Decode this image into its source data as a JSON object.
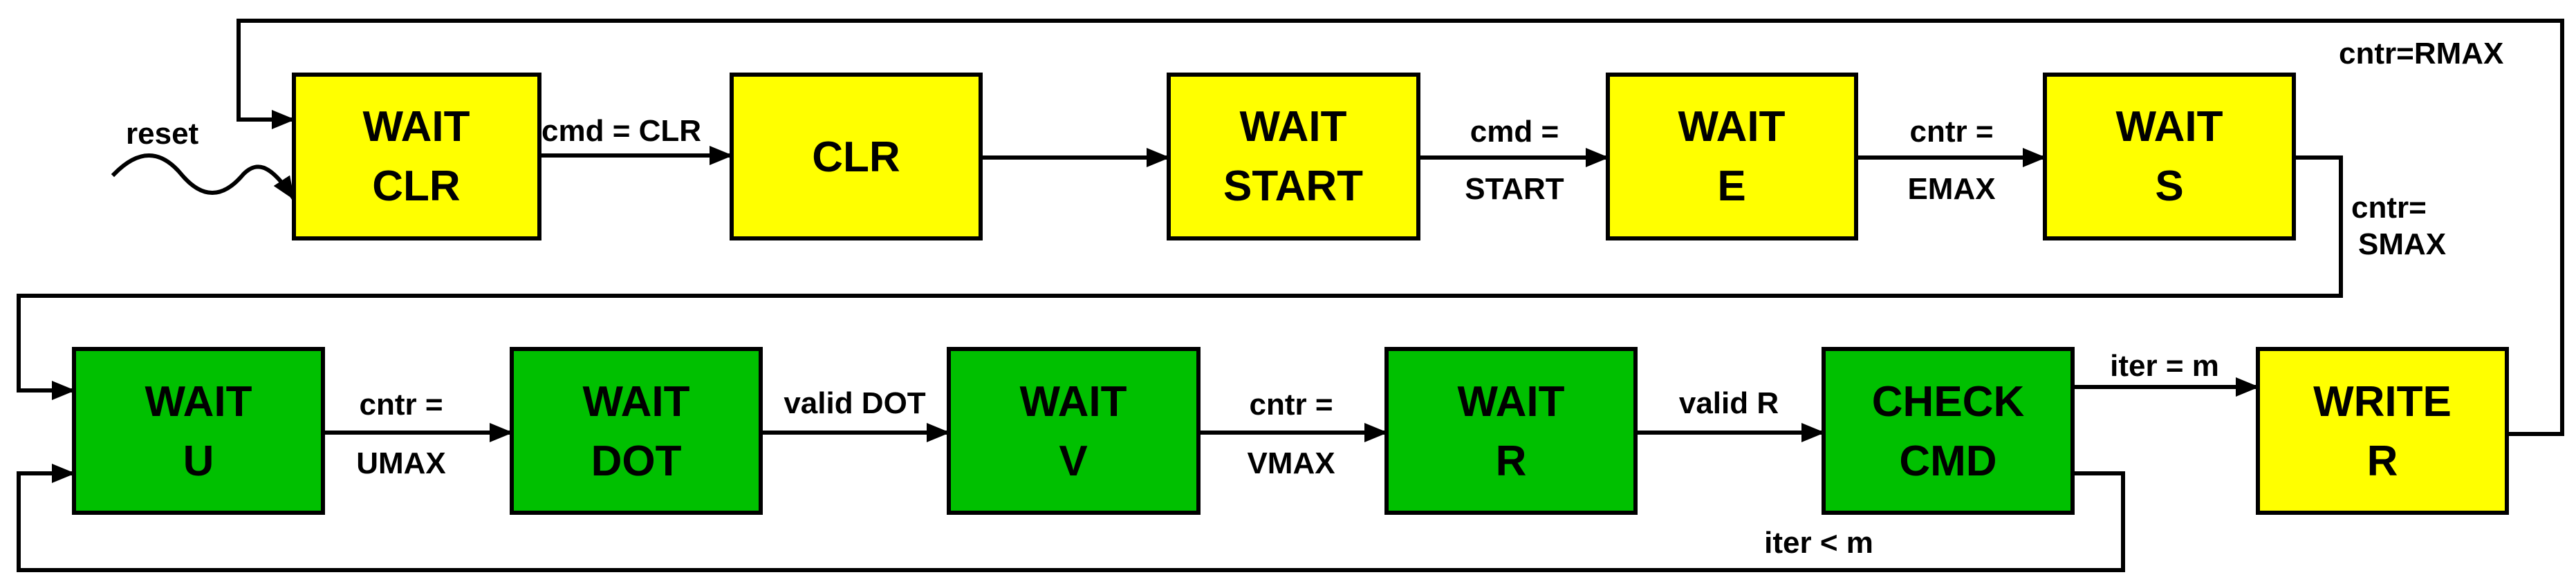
{
  "colors": {
    "yellow": "#ffff00",
    "green": "#00c000",
    "stroke": "#000000",
    "background": "#ffffff"
  },
  "reset_label": "reset",
  "states": {
    "wait_clr": {
      "line1": "WAIT",
      "line2": "CLR",
      "color": "yellow"
    },
    "clr": {
      "line1": "CLR",
      "line2": "",
      "color": "yellow"
    },
    "wait_start": {
      "line1": "WAIT",
      "line2": "START",
      "color": "yellow"
    },
    "wait_e": {
      "line1": "WAIT",
      "line2": "E",
      "color": "yellow"
    },
    "wait_s": {
      "line1": "WAIT",
      "line2": "S",
      "color": "yellow"
    },
    "wait_u": {
      "line1": "WAIT",
      "line2": "U",
      "color": "green"
    },
    "wait_dot": {
      "line1": "WAIT",
      "line2": "DOT",
      "color": "green"
    },
    "wait_v": {
      "line1": "WAIT",
      "line2": "V",
      "color": "green"
    },
    "wait_r": {
      "line1": "WAIT",
      "line2": "R",
      "color": "green"
    },
    "check_cmd": {
      "line1": "CHECK",
      "line2": "CMD",
      "color": "green"
    },
    "write_r": {
      "line1": "WRITE",
      "line2": "R",
      "color": "yellow"
    }
  },
  "transitions": {
    "cmd_clr": {
      "line1": "cmd = CLR",
      "line2": ""
    },
    "cmd_start": {
      "line1": "cmd =",
      "line2": "START"
    },
    "cntr_emax": {
      "line1": "cntr =",
      "line2": "EMAX"
    },
    "cntr_smax": {
      "line1": "cntr=",
      "line2": "SMAX"
    },
    "cntr_umax": {
      "line1": "cntr =",
      "line2": "UMAX"
    },
    "valid_dot": {
      "line1": "valid DOT",
      "line2": ""
    },
    "cntr_vmax": {
      "line1": "cntr =",
      "line2": "VMAX"
    },
    "valid_r": {
      "line1": "valid R",
      "line2": ""
    },
    "iter_eq_m": {
      "line1": "iter = m",
      "line2": ""
    },
    "iter_lt_m": {
      "line1": "iter < m",
      "line2": ""
    },
    "cntr_rmax": {
      "line1": "cntr=RMAX",
      "line2": ""
    }
  }
}
